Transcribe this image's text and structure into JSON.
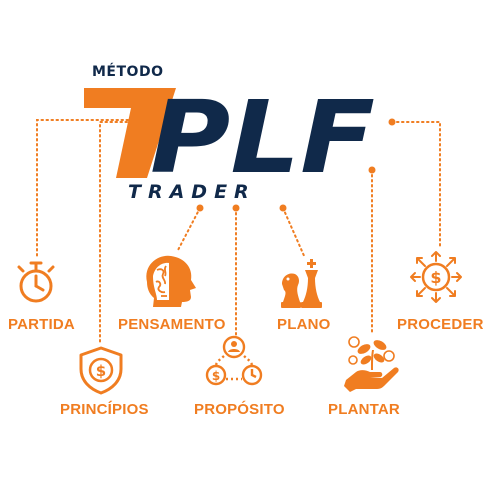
{
  "logo": {
    "kicker": "MÉTODO",
    "wordmark": "7PLF",
    "subtitle": "TRADER",
    "colors": {
      "orange": "#f07d21",
      "navy": "#10294a"
    }
  },
  "nodes": [
    {
      "id": "partida",
      "label": "PARTIDA",
      "icon": "stopwatch-icon"
    },
    {
      "id": "principios",
      "label": "PRINCÍPIOS",
      "icon": "shield-dollar-icon"
    },
    {
      "id": "pensamento",
      "label": "PENSAMENTO",
      "icon": "brain-head-icon"
    },
    {
      "id": "proposito",
      "label": "PROPÓSITO",
      "icon": "person-money-cycle-icon"
    },
    {
      "id": "plano",
      "label": "PLANO",
      "icon": "chess-pieces-icon"
    },
    {
      "id": "plantar",
      "label": "PLANTAR",
      "icon": "hand-plant-coins-icon"
    },
    {
      "id": "proceder",
      "label": "PROCEDER",
      "icon": "dollar-target-icon"
    }
  ]
}
